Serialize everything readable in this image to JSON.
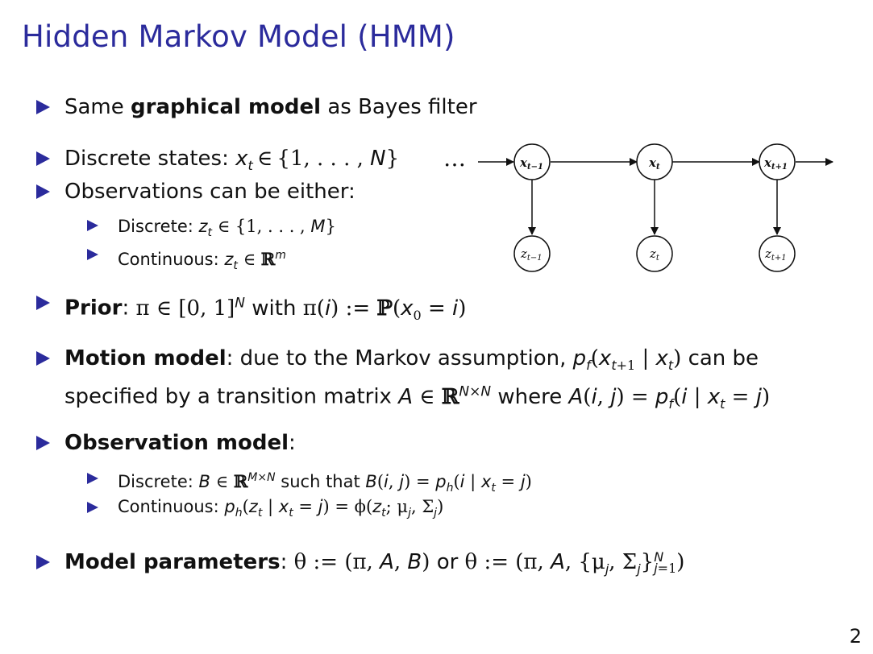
{
  "title": "Hidden Markov Model (HMM)",
  "page_number": "2",
  "bullets": {
    "b1": {
      "pre": "Same ",
      "bold": "graphical model",
      "post": " as Bayes filter"
    },
    "b2": {
      "pre": "Discrete states: "
    },
    "b3": {
      "text": "Observations can be either:"
    },
    "b3_sub1": {
      "label": "Discrete: "
    },
    "b3_sub2": {
      "label": "Continuous: "
    },
    "b4": {
      "bold": "Prior",
      "post": ": "
    },
    "b5": {
      "bold": "Motion model",
      "post": ": due to the Markov assumption, ",
      "line2_pre": "specified by a transition matrix "
    },
    "b6": {
      "bold": "Observation model",
      "post": ":"
    },
    "b6_sub1": {
      "label": "Discrete: "
    },
    "b6_sub2": {
      "label": "Continuous: "
    },
    "b7": {
      "bold": "Model parameters",
      "post": ": "
    }
  },
  "diagram": {
    "dots": "…",
    "nodes_x": [
      "x",
      "x",
      "x"
    ],
    "nodes_x_sub": [
      "t−1",
      "t",
      "t+1"
    ],
    "nodes_z": [
      "z",
      "z",
      "z"
    ],
    "nodes_z_sub": [
      "t−1",
      "t",
      "t+1"
    ]
  }
}
